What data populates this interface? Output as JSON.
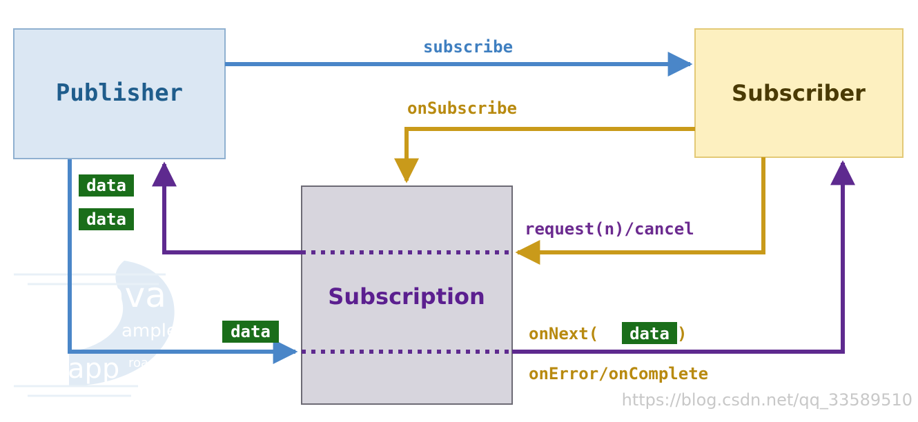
{
  "nodes": {
    "publisher": {
      "label": "Publisher",
      "fill": "#dbe7f3",
      "stroke": "#8fb0d0",
      "text_color": "#1f5d8c"
    },
    "subscriber": {
      "label": "Subscriber",
      "fill": "#fdf0c0",
      "stroke": "#e3c976",
      "text_color": "#4a3a05"
    },
    "subscription": {
      "label": "Subscription",
      "fill": "#d7d5dd",
      "stroke": "#6c6a74",
      "text_color": "#5b1f8f"
    }
  },
  "edges": {
    "subscribe": {
      "label": "subscribe",
      "color": "#3f7fc0"
    },
    "on_subscribe": {
      "label": "onSubscribe",
      "color": "#c99a1a"
    },
    "request_cancel": {
      "label": "request(n)/cancel",
      "color": "#6b2a8f"
    },
    "on_next_prefix": "onNext(",
    "on_next_data": "data",
    "on_next_suffix": ")",
    "on_error_complete": {
      "label": "onError/onComplete",
      "color": "#b88a10"
    }
  },
  "data_tags": {
    "label": "data",
    "bg": "#1a6e1a",
    "fg": "#ffffff"
  },
  "colors": {
    "blue": "#4a86c8",
    "gold": "#c99a1a",
    "purple": "#5e2a8f"
  },
  "watermark": {
    "logo_line1": "ava",
    "logo_line2": "ample",
    "logo_line3": "app",
    "logo_line4": "roach",
    "url": "https://blog.csdn.net/qq_33589510"
  }
}
